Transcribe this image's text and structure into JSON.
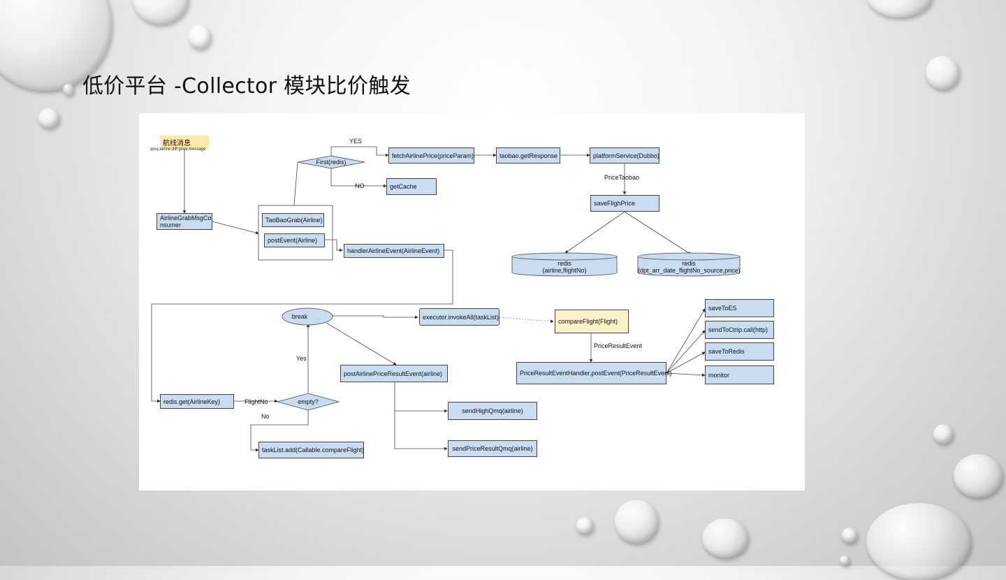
{
  "slide": {
    "title": "低价平台 -Collector 模块比价触发"
  },
  "diagram": {
    "source_tag": "航线消息",
    "source_topic": "qmq.airline.diff.price.message",
    "nodes": {
      "consumer": "AirlineGrabMsgConsumer",
      "taobao_grab": "TaoBaoGrab(Airline)",
      "post_event": "postEvent(Airline)",
      "first_redis": "First(redis)",
      "fetch_price": "fetchAirlinePrice(priceParam)",
      "taobao_response": "taobao.getResponse",
      "platform_service": "platformService(Dubbo)",
      "get_cache": "getCache",
      "save_flight_price": "saveFlighPrice",
      "handler_event": "handlerAirlineEvent(AirlineEvent)",
      "redis_left_line1": "redis",
      "redis_left_line2": "(airline,flightNo)",
      "redis_right_line1": "redis",
      "redis_right_line2": "(dpt_arr_date_flightNo_source,price)",
      "break": "break",
      "executor": "executor.invokeAll(taskList)",
      "compare_flight": "compareFlight(Flight)",
      "save_to_es": "saveToES",
      "send_to_ctrip": "sendToCtrip.call(http)",
      "save_to_redis": "saveToRedis",
      "monitor": "monitor",
      "result_handler": "PriceResultEventHandler.postEvent(PriceResultEvent)",
      "post_result_event": "postAirlinePriceResultEvent(airline)",
      "redis_get": "redis.get(AirlineKey)",
      "empty": "empty?",
      "send_high_qmq": "sendHighQmq(airline)",
      "send_price_result_qmq": "sendPriceResultQmq(airline)",
      "task_list_add": "taskList.add(Callable.compareFlight)"
    },
    "edge_labels": {
      "yes_upper": "YES",
      "no_upper": "NO",
      "price_taobao": "PriceTaobao",
      "price_result_event": "PriceResultEvent",
      "yes_lower": "Yes",
      "flight_no": "FlightNo",
      "no_lower": "No"
    }
  }
}
